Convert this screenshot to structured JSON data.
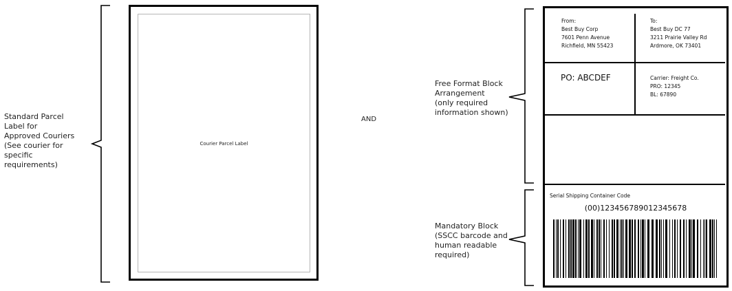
{
  "left_annotation": {
    "text": "Standard Parcel\nLabel for\nApproved Couriers\n(See courier for\nspecific\nrequirements)"
  },
  "courier_label": {
    "text": "Courier Parcel Label"
  },
  "connector": {
    "text": "AND"
  },
  "free_format_annotation": {
    "text": "Free Format Block\nArrangement\n(only required\ninformation shown)"
  },
  "mandatory_annotation": {
    "text": "Mandatory Block\n(SSCC barcode and\nhuman readable\nrequired)"
  },
  "shipping_label": {
    "from": "From:\nBest Buy Corp\n7601 Penn Avenue\nRichfield, MN 55423",
    "to": "To:\nBest Buy DC 77\n3211 Prairie Valley Rd\nArdmore, OK 73401",
    "po": "PO: ABCDEF",
    "carrier": "Carrier: Freight Co.\nPRO: 12345\nBL: 67890",
    "sscc_caption": "Serial Shipping Container Code",
    "sscc_number": "(00)123456789012345678"
  },
  "colors": {
    "border": "#000000",
    "inner_border": "#b5b5b5",
    "background": "#ffffff"
  }
}
